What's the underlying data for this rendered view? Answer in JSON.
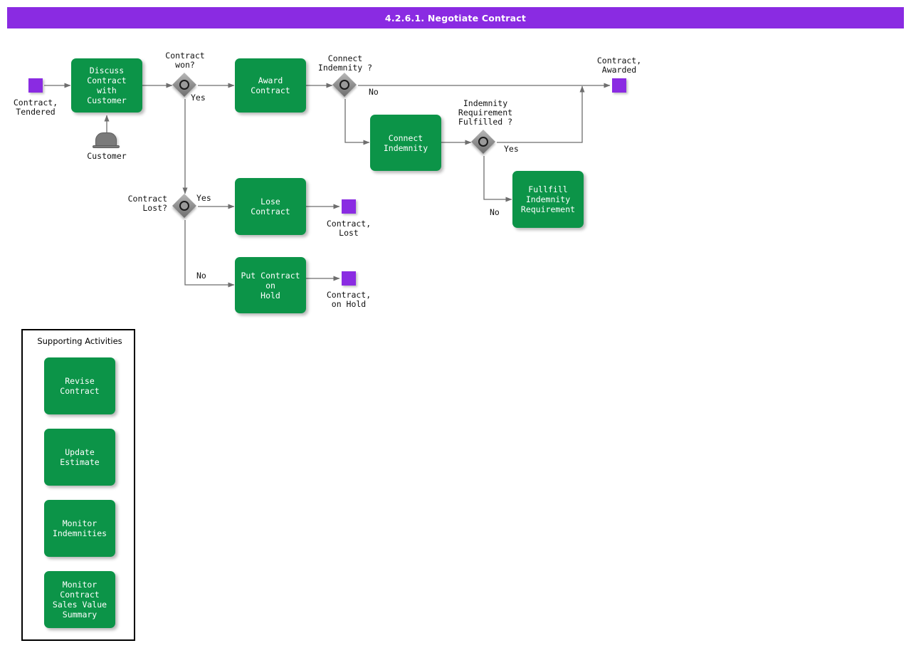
{
  "header": {
    "title": "4.2.6.1. Negotiate Contract"
  },
  "colors": {
    "banner": "#8A2BE2",
    "task": "#0C9448",
    "event": "#8A2BE2",
    "gateway": "#8F8F8F",
    "connector": "#6E6E6E",
    "panel_border": "#000000"
  },
  "events": {
    "start_tendered": "Contract,\nTendered",
    "end_awarded": "Contract,\nAwarded",
    "end_lost": "Contract,\nLost",
    "end_on_hold": "Contract,\non Hold"
  },
  "tasks": {
    "discuss": "Discuss Contract\nwith Customer",
    "award": "Award Contract",
    "connect_indemnity": "Connect\nIndemnity",
    "fullfill_indemnity": "Fullfill Indemnity\nRequirement",
    "lose": "Lose Contract",
    "hold": "Put Contract on\nHold"
  },
  "gateways": {
    "contract_won": "Contract\nwon?",
    "contract_lost": "Contract\nLost?",
    "connect_indemnity": "Connect\nIndemnity ?",
    "indemnity_fulfilled": "Indemnity\nRequirement\nFulfilled ?"
  },
  "flow_labels": {
    "won_yes": "Yes",
    "lost_yes": "Yes",
    "lost_no": "No",
    "connect_no": "No",
    "fulfilled_yes": "Yes",
    "fulfilled_no": "No"
  },
  "actors": {
    "customer": "Customer"
  },
  "supporting": {
    "title": "Supporting Activities",
    "items": [
      {
        "label": "Revise Contract"
      },
      {
        "label": "Update Estimate"
      },
      {
        "label": "Monitor\nIndemnities"
      },
      {
        "label": "Monitor Contract\nSales Value\nSummary"
      }
    ]
  }
}
